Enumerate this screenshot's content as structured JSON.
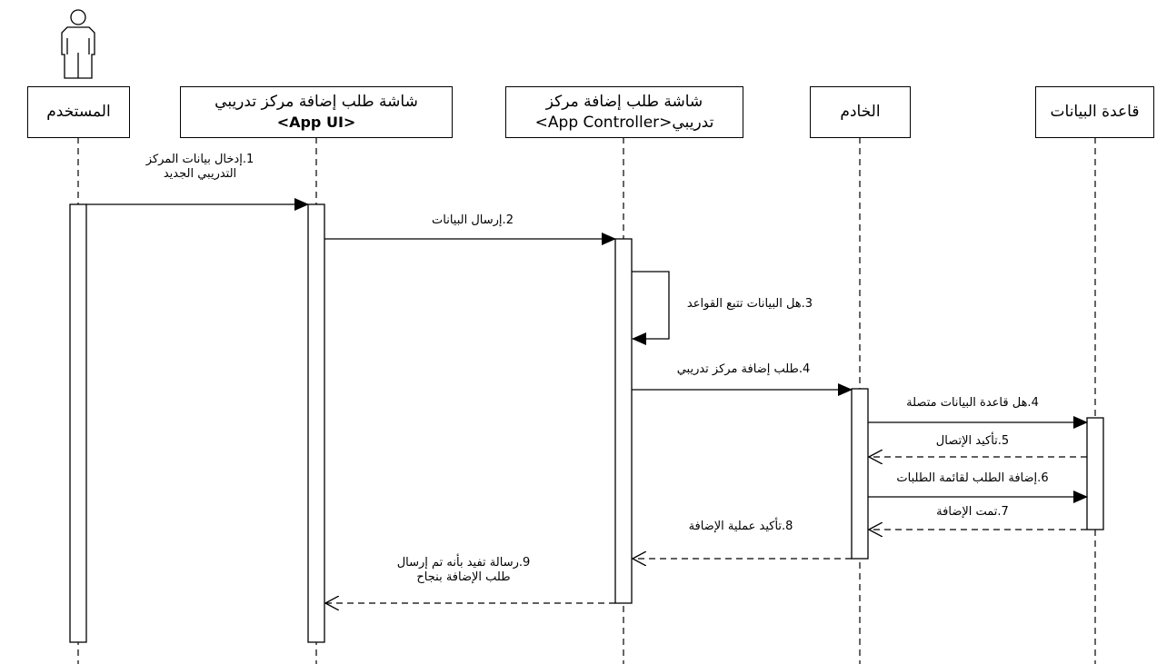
{
  "participants": [
    {
      "id": "user",
      "name": "المستخدم"
    },
    {
      "id": "ui",
      "name": "شاشة طلب إضافة مركز تدريبي",
      "stereotype": "<App UI>"
    },
    {
      "id": "ctrl",
      "name": "شاشة طلب إضافة مركز",
      "name2": "تدريبي<App Controller>"
    },
    {
      "id": "server",
      "name": "الخادم"
    },
    {
      "id": "db",
      "name": "قاعدة البيانات"
    }
  ],
  "messages": [
    {
      "line1": "1.إدخال بيانات المركز",
      "line2": "التدريبي الجديد",
      "style": "solid"
    },
    {
      "line1": "2.إرسال البيانات",
      "style": "solid"
    },
    {
      "line1": "3.هل البيانات تتبع القواعد",
      "style": "self"
    },
    {
      "line1": "4.طلب إضافة مركز تدريبي",
      "style": "solid"
    },
    {
      "line1": "4.هل قاعدة البيانات متصلة",
      "style": "solid"
    },
    {
      "line1": "5.تأكيد الإتصال",
      "style": "dashed"
    },
    {
      "line1": "6.إضافة الطلب لقائمة الطلبات",
      "style": "solid"
    },
    {
      "line1": "7.تمت الإضافة",
      "style": "dashed"
    },
    {
      "line1": "8.تأكيد عملية الإضافة",
      "style": "dashed"
    },
    {
      "line1": "9.رسالة تفيد بأنه تم إرسال",
      "line2": "طلب الإضافة بنجاح",
      "style": "dashed"
    }
  ]
}
